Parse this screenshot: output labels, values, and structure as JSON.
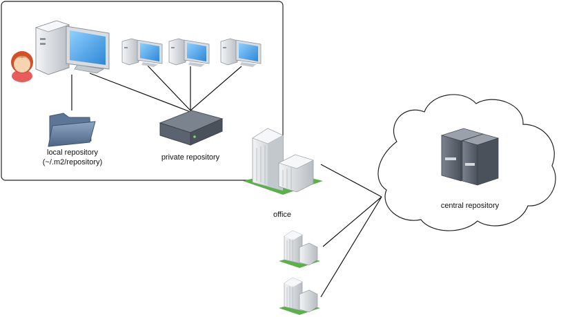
{
  "labels": {
    "local_repository": "local repository",
    "local_repository_path": "(~/.m2/repository)",
    "private_repository": "private repository",
    "office": "office",
    "central_repository": "central repository"
  },
  "colors": {
    "screen": "#4aa3e8",
    "monitor_frame": "#d9dde2",
    "folder": "#6f87a6",
    "server_dark": "#5b6370",
    "grass": "#5bb04a",
    "building": "#d8dcdf",
    "person_hair": "#d0502a",
    "person_face": "#f7d3b0",
    "person_body": "#e85c5c"
  },
  "icons": [
    "user-icon",
    "workstation-icon",
    "computer-icon",
    "folder-icon",
    "network-server-icon",
    "office-building-icon",
    "cloud-icon",
    "server-rack-icon"
  ]
}
